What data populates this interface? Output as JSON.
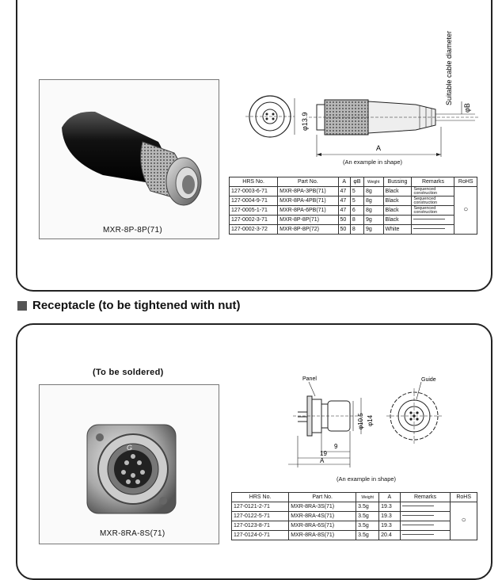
{
  "plug": {
    "photo_caption": "MXR-8P-8P(71)",
    "dim_diameter": "φ13.9",
    "dim_a": "A",
    "dim_b": "φB",
    "dim_cable": "Suitable cable diameter",
    "example_note": "(An example in shape)",
    "table": {
      "headers": [
        "HRS No.",
        "Part No.",
        "A",
        "φB",
        "Weight",
        "Bussing",
        "Remarks",
        "RoHS"
      ],
      "rows": [
        {
          "hrs": "127-0003-6-71",
          "part": "MXR-8PA-3PB(71)",
          "a": "47",
          "b": "5",
          "weight": "8g",
          "bussing": "Black",
          "remarks1": "Sequenced",
          "remarks2": "construction"
        },
        {
          "hrs": "127-0004-9-71",
          "part": "MXR-8PA-4PB(71)",
          "a": "47",
          "b": "5",
          "weight": "8g",
          "bussing": "Black",
          "remarks1": "Sequenced",
          "remarks2": "construction"
        },
        {
          "hrs": "127-0005-1-71",
          "part": "MXR-8PA-6PB(71)",
          "a": "47",
          "b": "6",
          "weight": "8g",
          "bussing": "Black",
          "remarks1": "Sequenced",
          "remarks2": "construction"
        },
        {
          "hrs": "127-0002-3-71",
          "part": "MXR-8P-8P(71)",
          "a": "50",
          "b": "8",
          "weight": "9g",
          "bussing": "Black",
          "remarks1": "",
          "remarks2": ""
        },
        {
          "hrs": "127-0002-3-72",
          "part": "MXR-8P-8P(72)",
          "a": "50",
          "b": "8",
          "weight": "9g",
          "bussing": "White",
          "remarks1": "",
          "remarks2": ""
        }
      ],
      "rohs": "○"
    }
  },
  "section_title": "Receptacle (to be tightened with nut)",
  "receptacle": {
    "subtitle": "(To be soldered)",
    "photo_caption": "MXR-8RA-8S(71)",
    "panel_label": "Panel",
    "guide_label": "Guide",
    "dim_105": "φ10.5",
    "dim_14": "φ14",
    "dim_9": "9",
    "dim_19": "19",
    "dim_a": "A",
    "photo_letter": "G",
    "example_note": "(An example in shape)",
    "table": {
      "headers": [
        "HRS No.",
        "Part No.",
        "Weight",
        "A",
        "Remarks",
        "RoHS"
      ],
      "rows": [
        {
          "hrs": "127-0121-2-71",
          "part": "MXR-8RA-3S(71)",
          "weight": "3.5g",
          "a": "19.3"
        },
        {
          "hrs": "127-0122-5-71",
          "part": "MXR-8RA-4S(71)",
          "weight": "3.5g",
          "a": "19.3"
        },
        {
          "hrs": "127-0123-8-71",
          "part": "MXR-8RA-6S(71)",
          "weight": "3.5g",
          "a": "19.3"
        },
        {
          "hrs": "127-0124-0-71",
          "part": "MXR-8RA-8S(71)",
          "weight": "3.5g",
          "a": "20.4"
        }
      ],
      "rohs": "○"
    }
  }
}
